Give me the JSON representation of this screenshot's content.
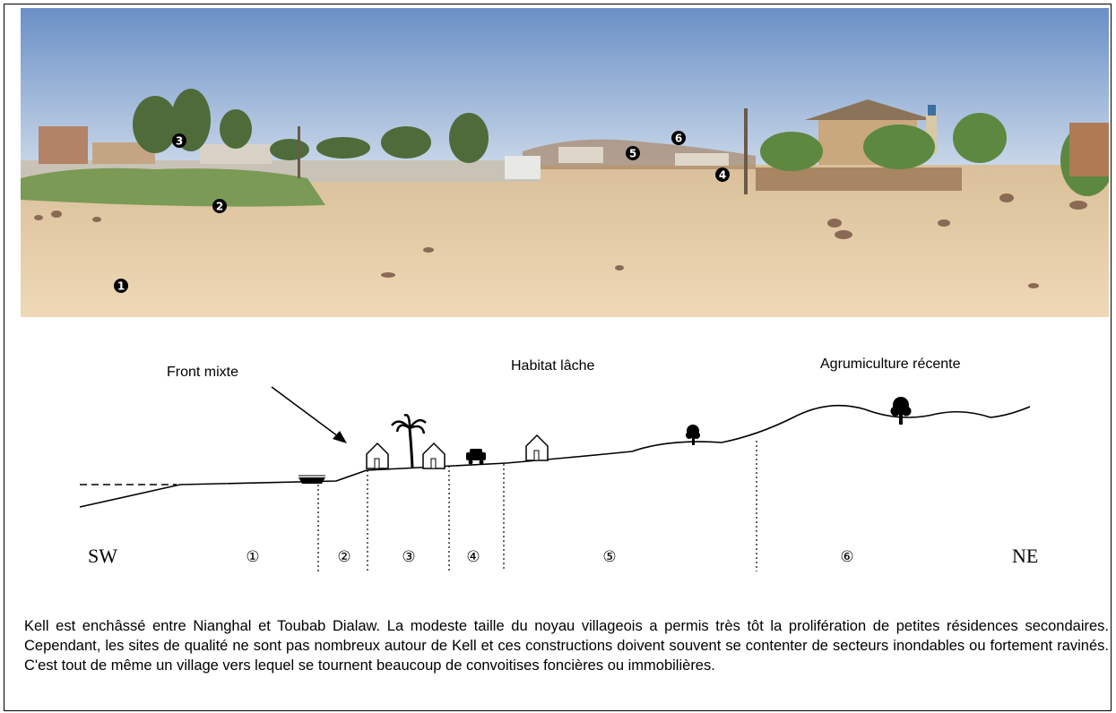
{
  "photo": {
    "markers": [
      "1",
      "2",
      "3",
      "4",
      "5",
      "6"
    ]
  },
  "diagram": {
    "labels": {
      "front": "Front mixte",
      "habitat": "Habitat lâche",
      "agrumiculture": "Agrumiculture récente"
    },
    "direction_left": "SW",
    "direction_right": "NE",
    "zones": [
      "①",
      "②",
      "③",
      "④",
      "⑤",
      "⑥"
    ]
  },
  "caption": "Kell est enchâssé entre Nianghal et Toubab Dialaw. La modeste taille du noyau villageois a permis très tôt la prolifération de petites résidences secondaires. Cependant, les sites de qualité ne sont pas nombreux autour de Kell et ces constructions doivent souvent se contenter de secteurs inondables ou fortement ravinés. C'est tout de même un village vers lequel se tournent beaucoup de convoitises foncières ou immobilières.",
  "colors": {
    "sky_top": "#6f95c8",
    "sky_bottom": "#c9d6e6",
    "sand": "#e8cfa8",
    "vegetation": "#6f8f4c"
  }
}
